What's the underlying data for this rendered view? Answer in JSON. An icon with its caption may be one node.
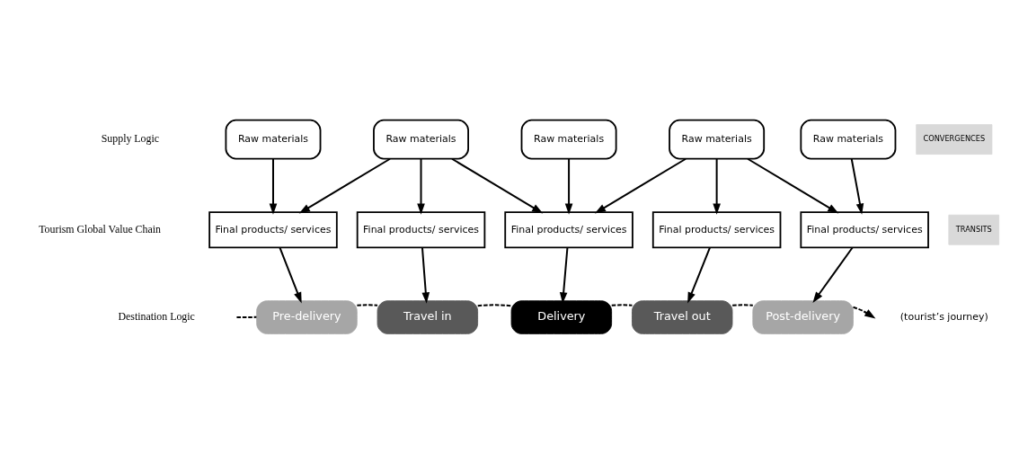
{
  "diagram": {
    "nodes": [
      {
        "text": [
          "Raw materials"
        ]
      },
      {
        "text": [
          "Raw materials"
        ]
      },
      {
        "text": [
          "Raw materials"
        ]
      },
      {
        "text": [
          "Raw materials"
        ]
      },
      {
        "text": [
          "Raw materials"
        ]
      },
      {
        "text": [
          "Final products/ services"
        ]
      },
      {
        "text": [
          "Final products/ services"
        ]
      },
      {
        "text": [
          "Final products/ services"
        ]
      },
      {
        "text": [
          "Final products/ services"
        ]
      },
      {
        "text": [
          "Final products/ services"
        ]
      },
      {
        "text": [
          "Pre-delivery"
        ]
      },
      {
        "text": [
          "Travel in"
        ]
      },
      {
        "text": [
          "Delivery"
        ]
      },
      {
        "text": [
          "Travel out"
        ]
      },
      {
        "text": [
          "Post-delivery"
        ]
      }
    ],
    "edges": [
      {
        "from": 0,
        "to": 5,
        "arrow": "to"
      },
      {
        "from": 1,
        "to": 5,
        "arrow": "to"
      },
      {
        "from": 1,
        "to": 6,
        "arrow": "to"
      },
      {
        "from": 1,
        "to": 7,
        "arrow": "to"
      },
      {
        "from": 2,
        "to": 7,
        "arrow": "to"
      },
      {
        "from": 3,
        "to": 7,
        "arrow": "to"
      },
      {
        "from": 3,
        "to": 8,
        "arrow": "to"
      },
      {
        "from": 3,
        "to": 9,
        "arrow": "to"
      },
      {
        "from": 4,
        "to": 9,
        "arrow": "to"
      },
      {
        "from": 5,
        "to": 10,
        "arrow": "to"
      },
      {
        "from": 6,
        "to": 11,
        "arrow": "to"
      },
      {
        "from": 7,
        "to": 12,
        "arrow": "to"
      },
      {
        "from": 8,
        "to": 13,
        "arrow": "to"
      },
      {
        "from": 9,
        "to": 14,
        "arrow": "to"
      },
      {
        "from": null,
        "to": 10,
        "arrow": "none",
        "style": "dashed"
      },
      {
        "from": 10,
        "to": 11,
        "arrow": "none",
        "style": "dashed"
      },
      {
        "from": 11,
        "to": 12,
        "arrow": "none",
        "style": "dashed"
      },
      {
        "from": 12,
        "to": 13,
        "arrow": "none",
        "style": "dashed"
      },
      {
        "from": 13,
        "to": 14,
        "arrow": "none",
        "style": "dashed"
      },
      {
        "from": 14,
        "to": null,
        "arrow": "to",
        "style": "dashed"
      }
    ],
    "labels": [
      "Supply Logic",
      "CONVERGENCES",
      "Tourism Global Value Chain",
      "TRANSITS",
      "Destination Logic",
      "(tourist’s journey)"
    ]
  }
}
